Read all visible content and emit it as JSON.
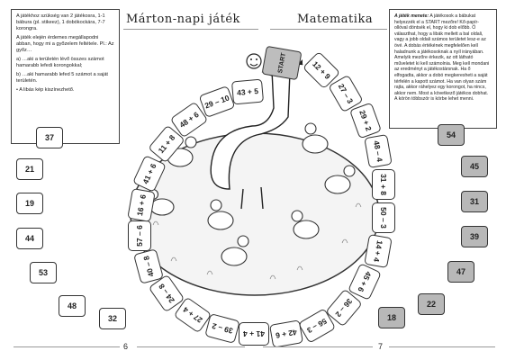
{
  "header": {
    "left_title": "Márton-napi játék",
    "right_title": "Matematika"
  },
  "rules": {
    "p1": "A játékhoz szükség van 2 játékosra, 1-1 bábura (pl. stikeez), 1 dobókockára, 7-7 korongra.",
    "p2": "A játék elején érdemes megállapodni abban, hogy mi a győzelem feltétele. Pl.: Az győz…",
    "p3": "a) …aki a területén lévő összes számot hamarabb lefedi korongokkal;",
    "p4": "b) …aki hamarabb lefed 5 számot a saját területén.",
    "p5": "• A libás kép kiszínezhető."
  },
  "description": {
    "title": "A játék menete:",
    "text": "A játékosok a bábukat helyezzék el a START mezőre! Kő-papír-ollóval döntsék el, hogy ki dob előbb. Ő választhat, hogy a libák mellett a bal oldali, vagy a jobb oldali számos területet lesz-e az övé. A dobás értékének megfelelően kell haladnunk a játékosoknak a nyíl irányában. Amelyik mezőre érkezik, az ott látható műveletet ki kell számolnia. Meg kell mondani az eredményt a játékostársnak. Ha ő elfogadta, akkor a dobó megkeresheti a saját térfelén a kapott számot. Ha van olyan szám rajta, akkor ráhelyez egy korongot, ha nincs, akkor nem. Most a következő játékos dobhat. A körön többször is körbe lehet menni."
  },
  "board": {
    "start_label": "START",
    "smiley": "☺",
    "spaces": [
      "12 + 9",
      "27 – 3",
      "29 + 2",
      "48 – 4",
      "31 + 8",
      "50 – 3",
      "14 + 4",
      "45 + 6",
      "36 – 2",
      "56 – 3",
      "42 + 6",
      "41 + 4",
      "39 – 2",
      "27 + 4",
      "24 – 8",
      "40 – 8",
      "57 – 6",
      "16 + 6",
      "41 + 6",
      "11 + 8",
      "48 + 6",
      "29 – 10",
      "43 + 5"
    ]
  },
  "left_numbers": [
    "37",
    "21",
    "19",
    "44",
    "53",
    "48",
    "32"
  ],
  "right_numbers": [
    "54",
    "45",
    "31",
    "39",
    "47",
    "22",
    "18"
  ],
  "footer": {
    "left_page": "6",
    "right_page": "7"
  }
}
